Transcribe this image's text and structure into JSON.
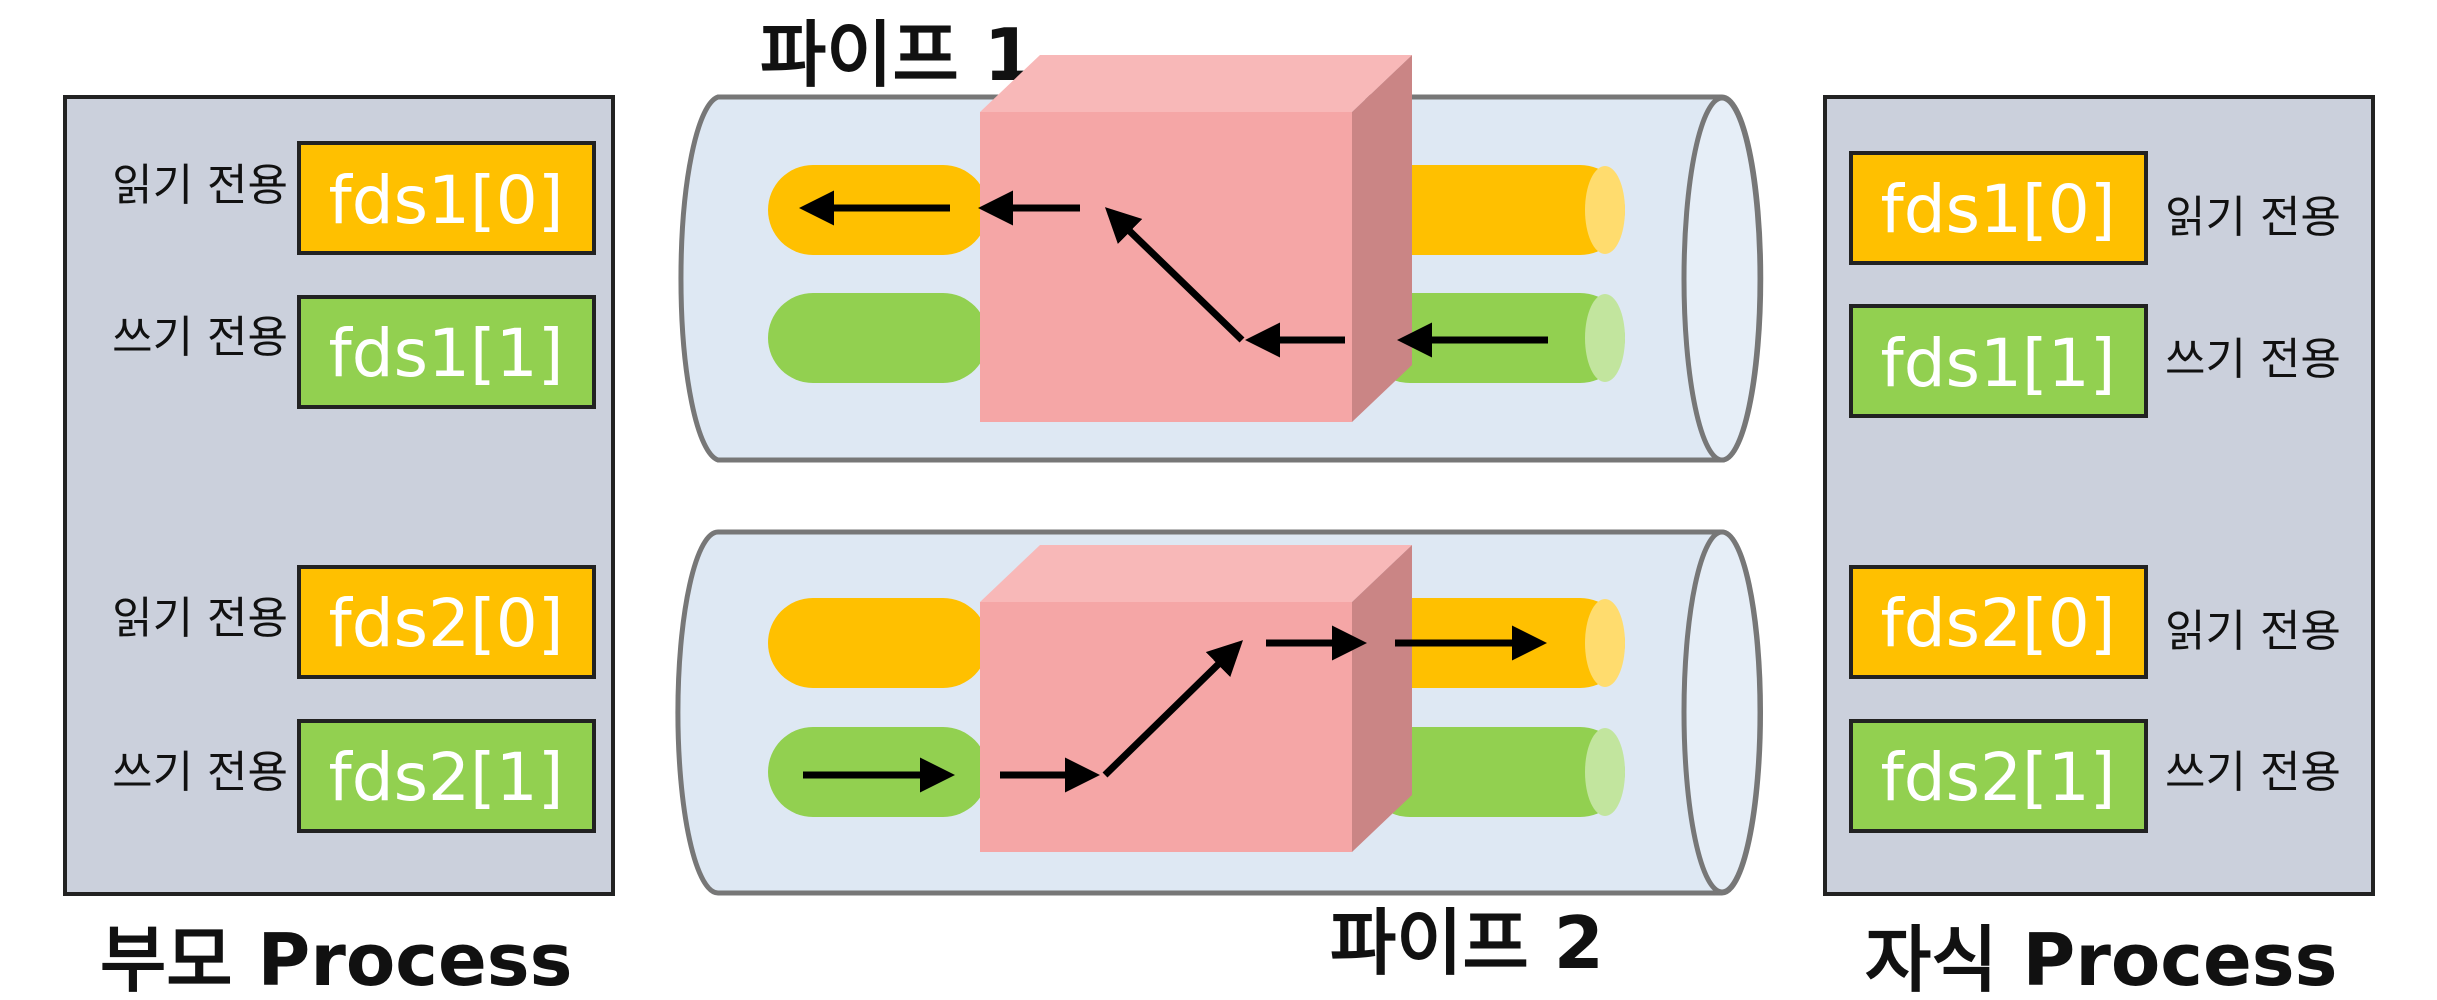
{
  "pipes": [
    {
      "title": "파이프 1"
    },
    {
      "title": "파이프 2"
    }
  ],
  "parent": {
    "caption": "부모 Process",
    "fds": [
      {
        "name": "fds1[0]",
        "mode": "읽기 전용",
        "color": "#FFC000"
      },
      {
        "name": "fds1[1]",
        "mode": "쓰기 전용",
        "color": "#92D050"
      },
      {
        "name": "fds2[0]",
        "mode": "읽기 전용",
        "color": "#FFC000"
      },
      {
        "name": "fds2[1]",
        "mode": "쓰기 전용",
        "color": "#92D050"
      }
    ]
  },
  "child": {
    "caption": "자식 Process",
    "fds": [
      {
        "name": "fds1[0]",
        "mode": "읽기 전용",
        "color": "#FFC000"
      },
      {
        "name": "fds1[1]",
        "mode": "쓰기 전용",
        "color": "#92D050"
      },
      {
        "name": "fds2[0]",
        "mode": "읽기 전용",
        "color": "#FFC000"
      },
      {
        "name": "fds2[1]",
        "mode": "쓰기 전용",
        "color": "#92D050"
      }
    ]
  },
  "colors": {
    "read_end": "#FFC000",
    "write_end": "#92D050",
    "process_box": "#CBD0DC",
    "pipe_body": "#DEE8F3",
    "buffer": "#F5A6A6"
  }
}
